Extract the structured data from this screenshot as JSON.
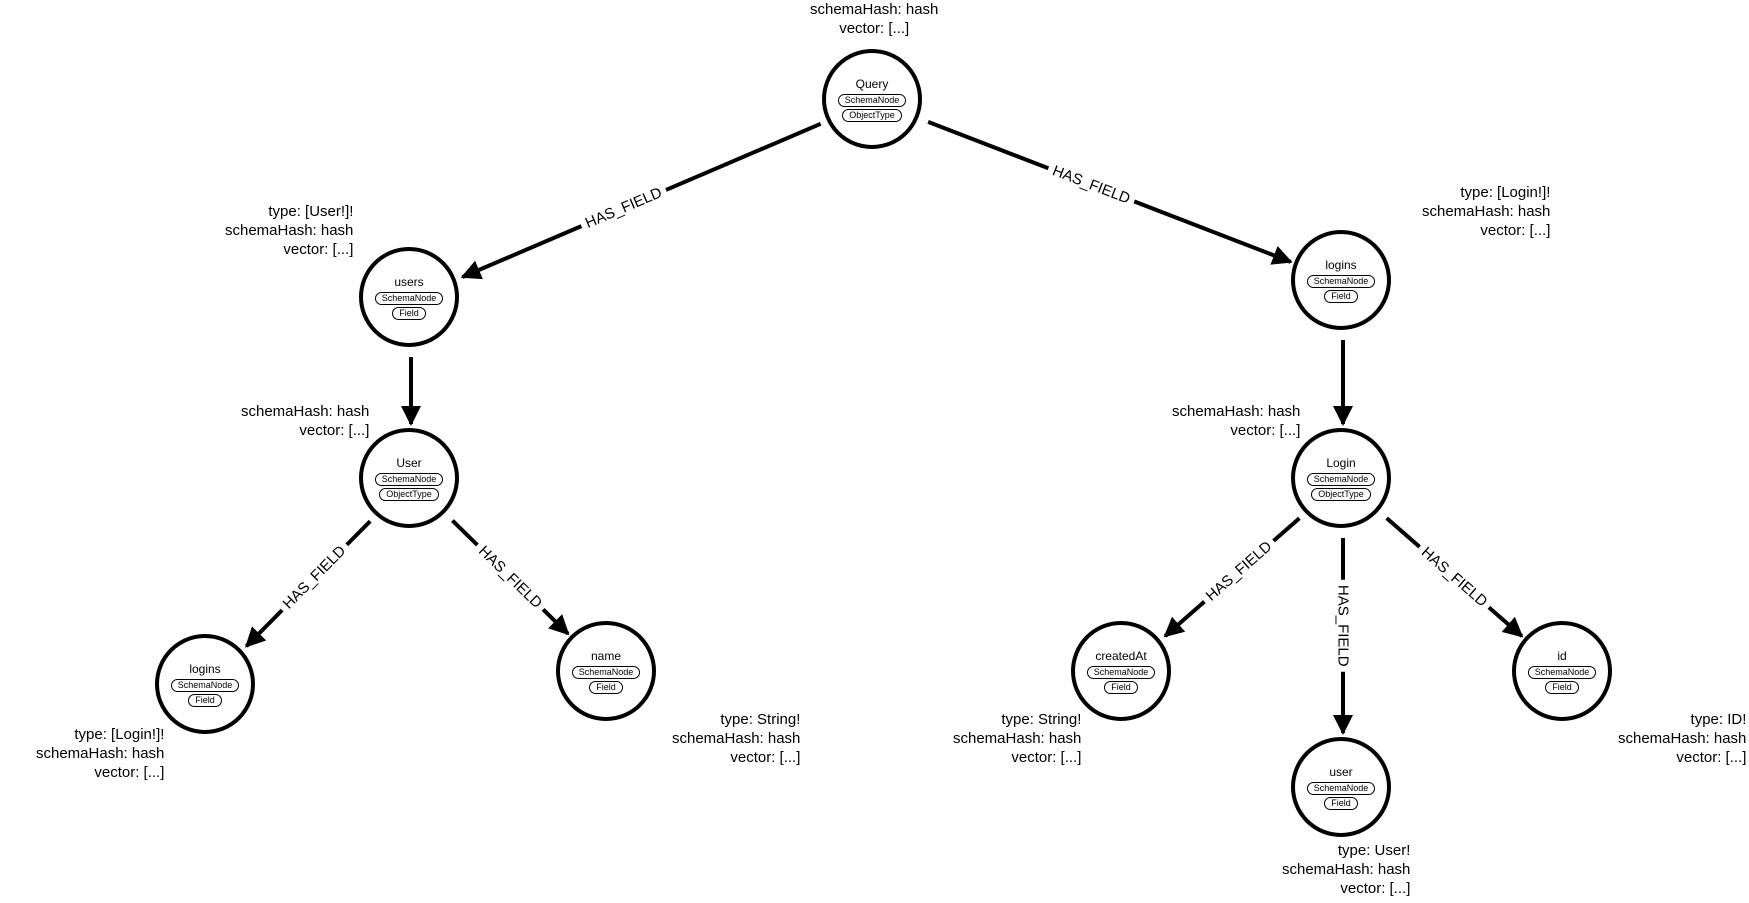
{
  "nodes": [
    {
      "id": "query",
      "name": "Query",
      "labels": [
        "SchemaNode",
        "ObjectType"
      ],
      "props": [
        "schemaHash: hash",
        "vector: [...]"
      ]
    },
    {
      "id": "users",
      "name": "users",
      "labels": [
        "SchemaNode",
        "Field"
      ],
      "props": [
        "type: [User!]!",
        "schemaHash: hash",
        "vector: [...]"
      ]
    },
    {
      "id": "logins_r",
      "name": "logins",
      "labels": [
        "SchemaNode",
        "Field"
      ],
      "props": [
        "type: [Login!]!",
        "schemaHash: hash",
        "vector: [...]"
      ]
    },
    {
      "id": "user_type",
      "name": "User",
      "labels": [
        "SchemaNode",
        "ObjectType"
      ],
      "props": [
        "schemaHash: hash",
        "vector: [...]"
      ]
    },
    {
      "id": "login_type",
      "name": "Login",
      "labels": [
        "SchemaNode",
        "ObjectType"
      ],
      "props": [
        "schemaHash: hash",
        "vector: [...]"
      ]
    },
    {
      "id": "logins_l",
      "name": "logins",
      "labels": [
        "SchemaNode",
        "Field"
      ],
      "props": [
        "type: [Login!]!",
        "schemaHash: hash",
        "vector: [...]"
      ]
    },
    {
      "id": "name",
      "name": "name",
      "labels": [
        "SchemaNode",
        "Field"
      ],
      "props": [
        "type: String!",
        "schemaHash: hash",
        "vector: [...]"
      ]
    },
    {
      "id": "createdAt",
      "name": "createdAt",
      "labels": [
        "SchemaNode",
        "Field"
      ],
      "props": [
        "type: String!",
        "schemaHash: hash",
        "vector: [...]"
      ]
    },
    {
      "id": "user_field",
      "name": "user",
      "labels": [
        "SchemaNode",
        "Field"
      ],
      "props": [
        "type: User!",
        "schemaHash: hash",
        "vector: [...]"
      ]
    },
    {
      "id": "id",
      "name": "id",
      "labels": [
        "SchemaNode",
        "Field"
      ],
      "props": [
        "type: ID!",
        "schemaHash: hash",
        "vector: [...]"
      ]
    }
  ],
  "edges": [
    {
      "from": "query",
      "to": "users",
      "label": "HAS_FIELD"
    },
    {
      "from": "query",
      "to": "logins_r",
      "label": "HAS_FIELD"
    },
    {
      "from": "users",
      "to": "user_type",
      "label": ""
    },
    {
      "from": "logins_r",
      "to": "login_type",
      "label": ""
    },
    {
      "from": "user_type",
      "to": "logins_l",
      "label": "HAS_FIELD"
    },
    {
      "from": "user_type",
      "to": "name",
      "label": "HAS_FIELD"
    },
    {
      "from": "login_type",
      "to": "createdAt",
      "label": "HAS_FIELD"
    },
    {
      "from": "login_type",
      "to": "user_field",
      "label": "HAS_FIELD"
    },
    {
      "from": "login_type",
      "to": "id",
      "label": "HAS_FIELD"
    }
  ]
}
